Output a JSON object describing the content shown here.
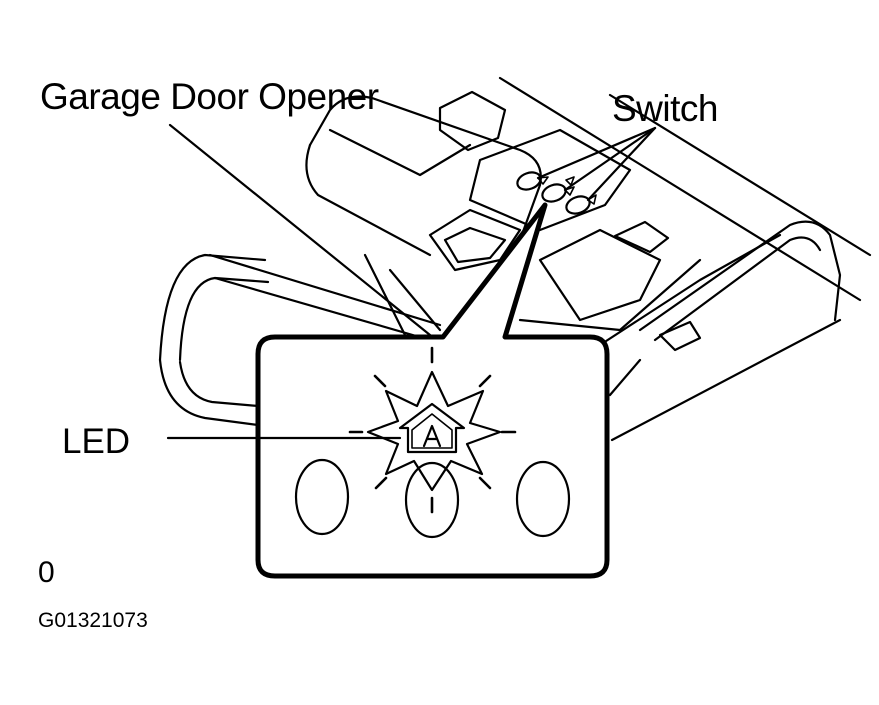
{
  "labels": {
    "title": "Garage Door Opener",
    "switch": "Switch",
    "led": "LED",
    "figure_mark": "0",
    "figure_code": "G01321073"
  },
  "icons": {
    "led_symbol": "house-arrow-icon",
    "burst": "starburst-glow"
  },
  "colors": {
    "ink": "#000000",
    "paper": "#ffffff"
  }
}
